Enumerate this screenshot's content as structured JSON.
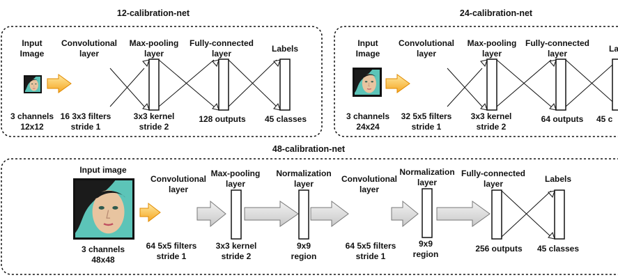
{
  "nets": {
    "net12": {
      "title": "12-calibration-net",
      "input": {
        "title_1": "Input",
        "title_2": "Image",
        "caption_1": "3 channels",
        "caption_2": "12x12"
      },
      "conv": {
        "title_1": "Convolutional",
        "title_2": "layer",
        "caption_1": "16 3x3 filters",
        "caption_2": "stride 1"
      },
      "pool": {
        "title_1": "Max-pooling",
        "title_2": "layer",
        "caption_1": "3x3 kernel",
        "caption_2": "stride 2"
      },
      "fc": {
        "title_1": "Fully-connected",
        "title_2": "layer",
        "caption_1": "128 outputs"
      },
      "labels": {
        "title_1": "Labels",
        "caption_1": "45 classes"
      }
    },
    "net24": {
      "title": "24-calibration-net",
      "input": {
        "title_1": "Input",
        "title_2": "Image",
        "caption_1": "3 channels",
        "caption_2": "24x24"
      },
      "conv": {
        "title_1": "Convolutional",
        "title_2": "layer",
        "caption_1": "32 5x5 filters",
        "caption_2": "stride 1"
      },
      "pool": {
        "title_1": "Max-pooling",
        "title_2": "layer",
        "caption_1": "3x3 kernel",
        "caption_2": "stride 2"
      },
      "fc": {
        "title_1": "Fully-connected",
        "title_2": "layer",
        "caption_1": "64 outputs"
      },
      "labels": {
        "title_1": "La",
        "caption_1": "45 c"
      }
    },
    "net48": {
      "title": "48-calibration-net",
      "input": {
        "title_1": "Input image",
        "caption_1": "3 channels",
        "caption_2": "48x48"
      },
      "conv1": {
        "title_1": "Convolutional",
        "title_2": "layer",
        "caption_1": "64 5x5 filters",
        "caption_2": "stride 1"
      },
      "pool": {
        "title_1": "Max-pooling",
        "title_2": "layer",
        "caption_1": "3x3 kernel",
        "caption_2": "stride 2"
      },
      "norm1": {
        "title_1": "Normalization",
        "title_2": "layer",
        "caption_1": "9x9",
        "caption_2": "region"
      },
      "conv2": {
        "title_1": "Convolutional",
        "title_2": "layer",
        "caption_1": "64 5x5 filters",
        "caption_2": "stride 1"
      },
      "norm2": {
        "title_1": "Normalization",
        "title_2": "layer",
        "caption_1": "9x9",
        "caption_2": "region"
      },
      "fc": {
        "title_1": "Fully-connected",
        "title_2": "layer",
        "caption_1": "256 outputs"
      },
      "labels": {
        "title_1": "Labels",
        "caption_1": "45 classes"
      }
    }
  },
  "colors": {
    "orange_arrow": "#f5a623",
    "gray_arrow": "#cccccc",
    "face_background": "#5cc4b8",
    "face_skin": "#e8c4a0",
    "frame": "#111111"
  }
}
